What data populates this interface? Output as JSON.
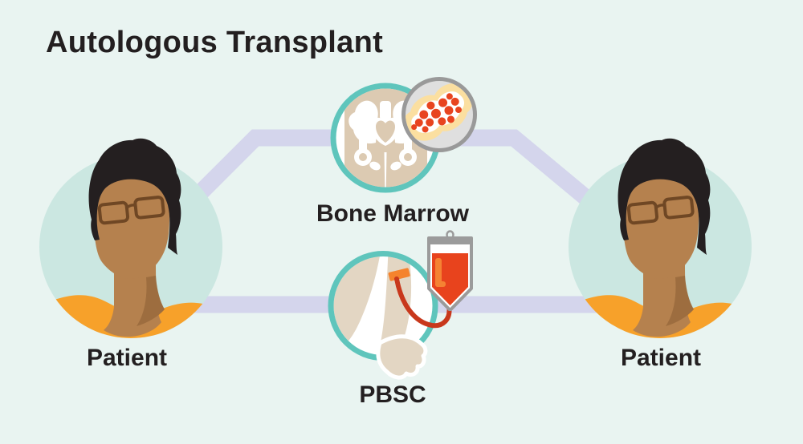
{
  "title": "Autologous Transplant",
  "diagram": {
    "left_patient": {
      "label": "Patient"
    },
    "right_patient": {
      "label": "Patient"
    },
    "bone_marrow": {
      "label": "Bone Marrow"
    },
    "pbsc": {
      "label": "PBSC"
    }
  },
  "icons": {
    "bone_marrow_icon": "pelvis-bone",
    "magnifier_icon": "bone-cross-section-with-marrow-cells",
    "pbsc_icon": "arm-with-tourniquet-and-blood-bag",
    "patient_icon": "person-with-glasses"
  },
  "colors": {
    "background": "#e9f4f1",
    "connector": "#d4d5ec",
    "ring_teal": "#5fc5bc",
    "patient_circle_fill": "#cbe7e1",
    "skin": "#b5814e",
    "skin_shadow": "#9d6d3f",
    "hair": "#241f20",
    "glasses": "#6f4724",
    "shirt": "#f7a12a",
    "torso_tan": "#dccab2",
    "magnifier_ring": "#999999",
    "magnifier_fill": "#dfdfdf",
    "bone_cream": "#fbdfa0",
    "marrow_red": "#e8441f",
    "arm_beige": "#e3d6c3",
    "tube_red": "#c8381c",
    "band_orange": "#f5832d",
    "bag_gray": "#9b9b9b",
    "blood_red": "#e8431d",
    "blood_highlight": "#f58233",
    "text": "#231f20"
  }
}
